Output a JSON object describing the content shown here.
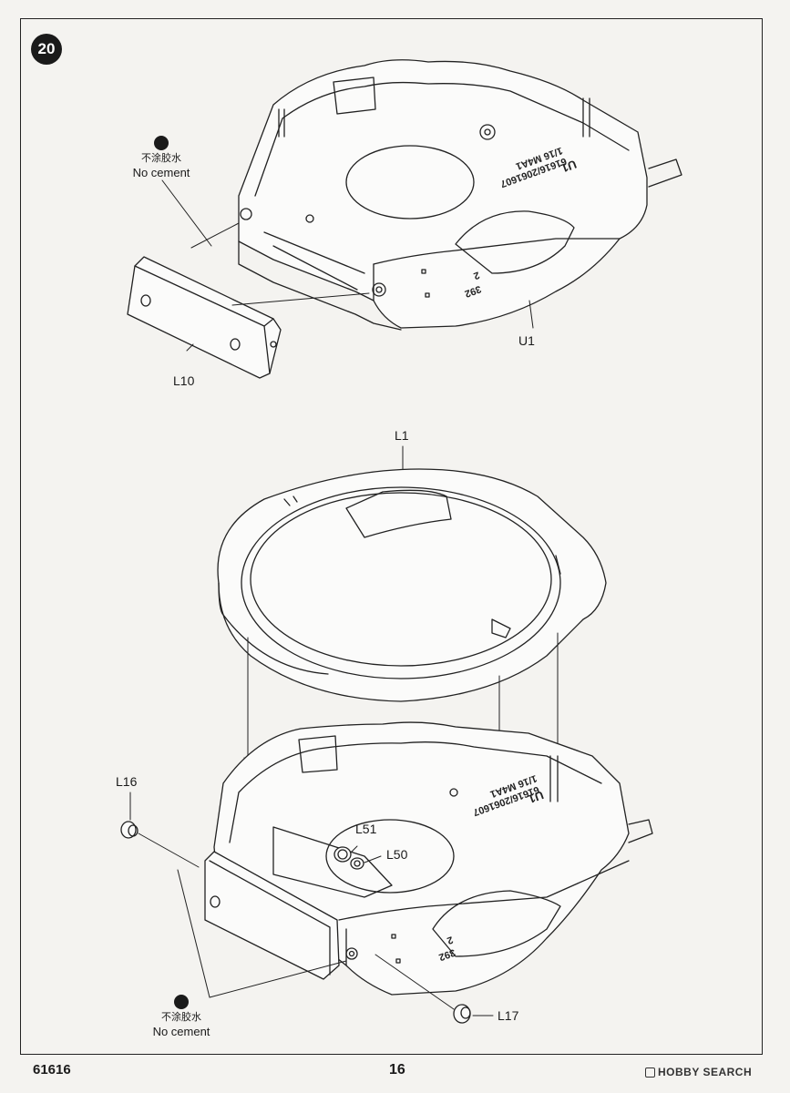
{
  "step": {
    "number": "20"
  },
  "parts": {
    "u1_top": "U1",
    "l10": "L10",
    "l1": "L1",
    "l16": "L16",
    "l51": "L51",
    "l50": "L50",
    "l17": "L17"
  },
  "notes": {
    "no_cement_cn": "不涂胶水",
    "no_cement_en": "No cement"
  },
  "hull_markings": {
    "title": "U1",
    "line1": "1/16 M4A1",
    "line2": "61616/2061607",
    "num_a": "2",
    "num_b": "392"
  },
  "footer": {
    "product_code": "61616",
    "page_number": "16"
  },
  "watermark": {
    "text": "HOBBY SEARCH"
  }
}
